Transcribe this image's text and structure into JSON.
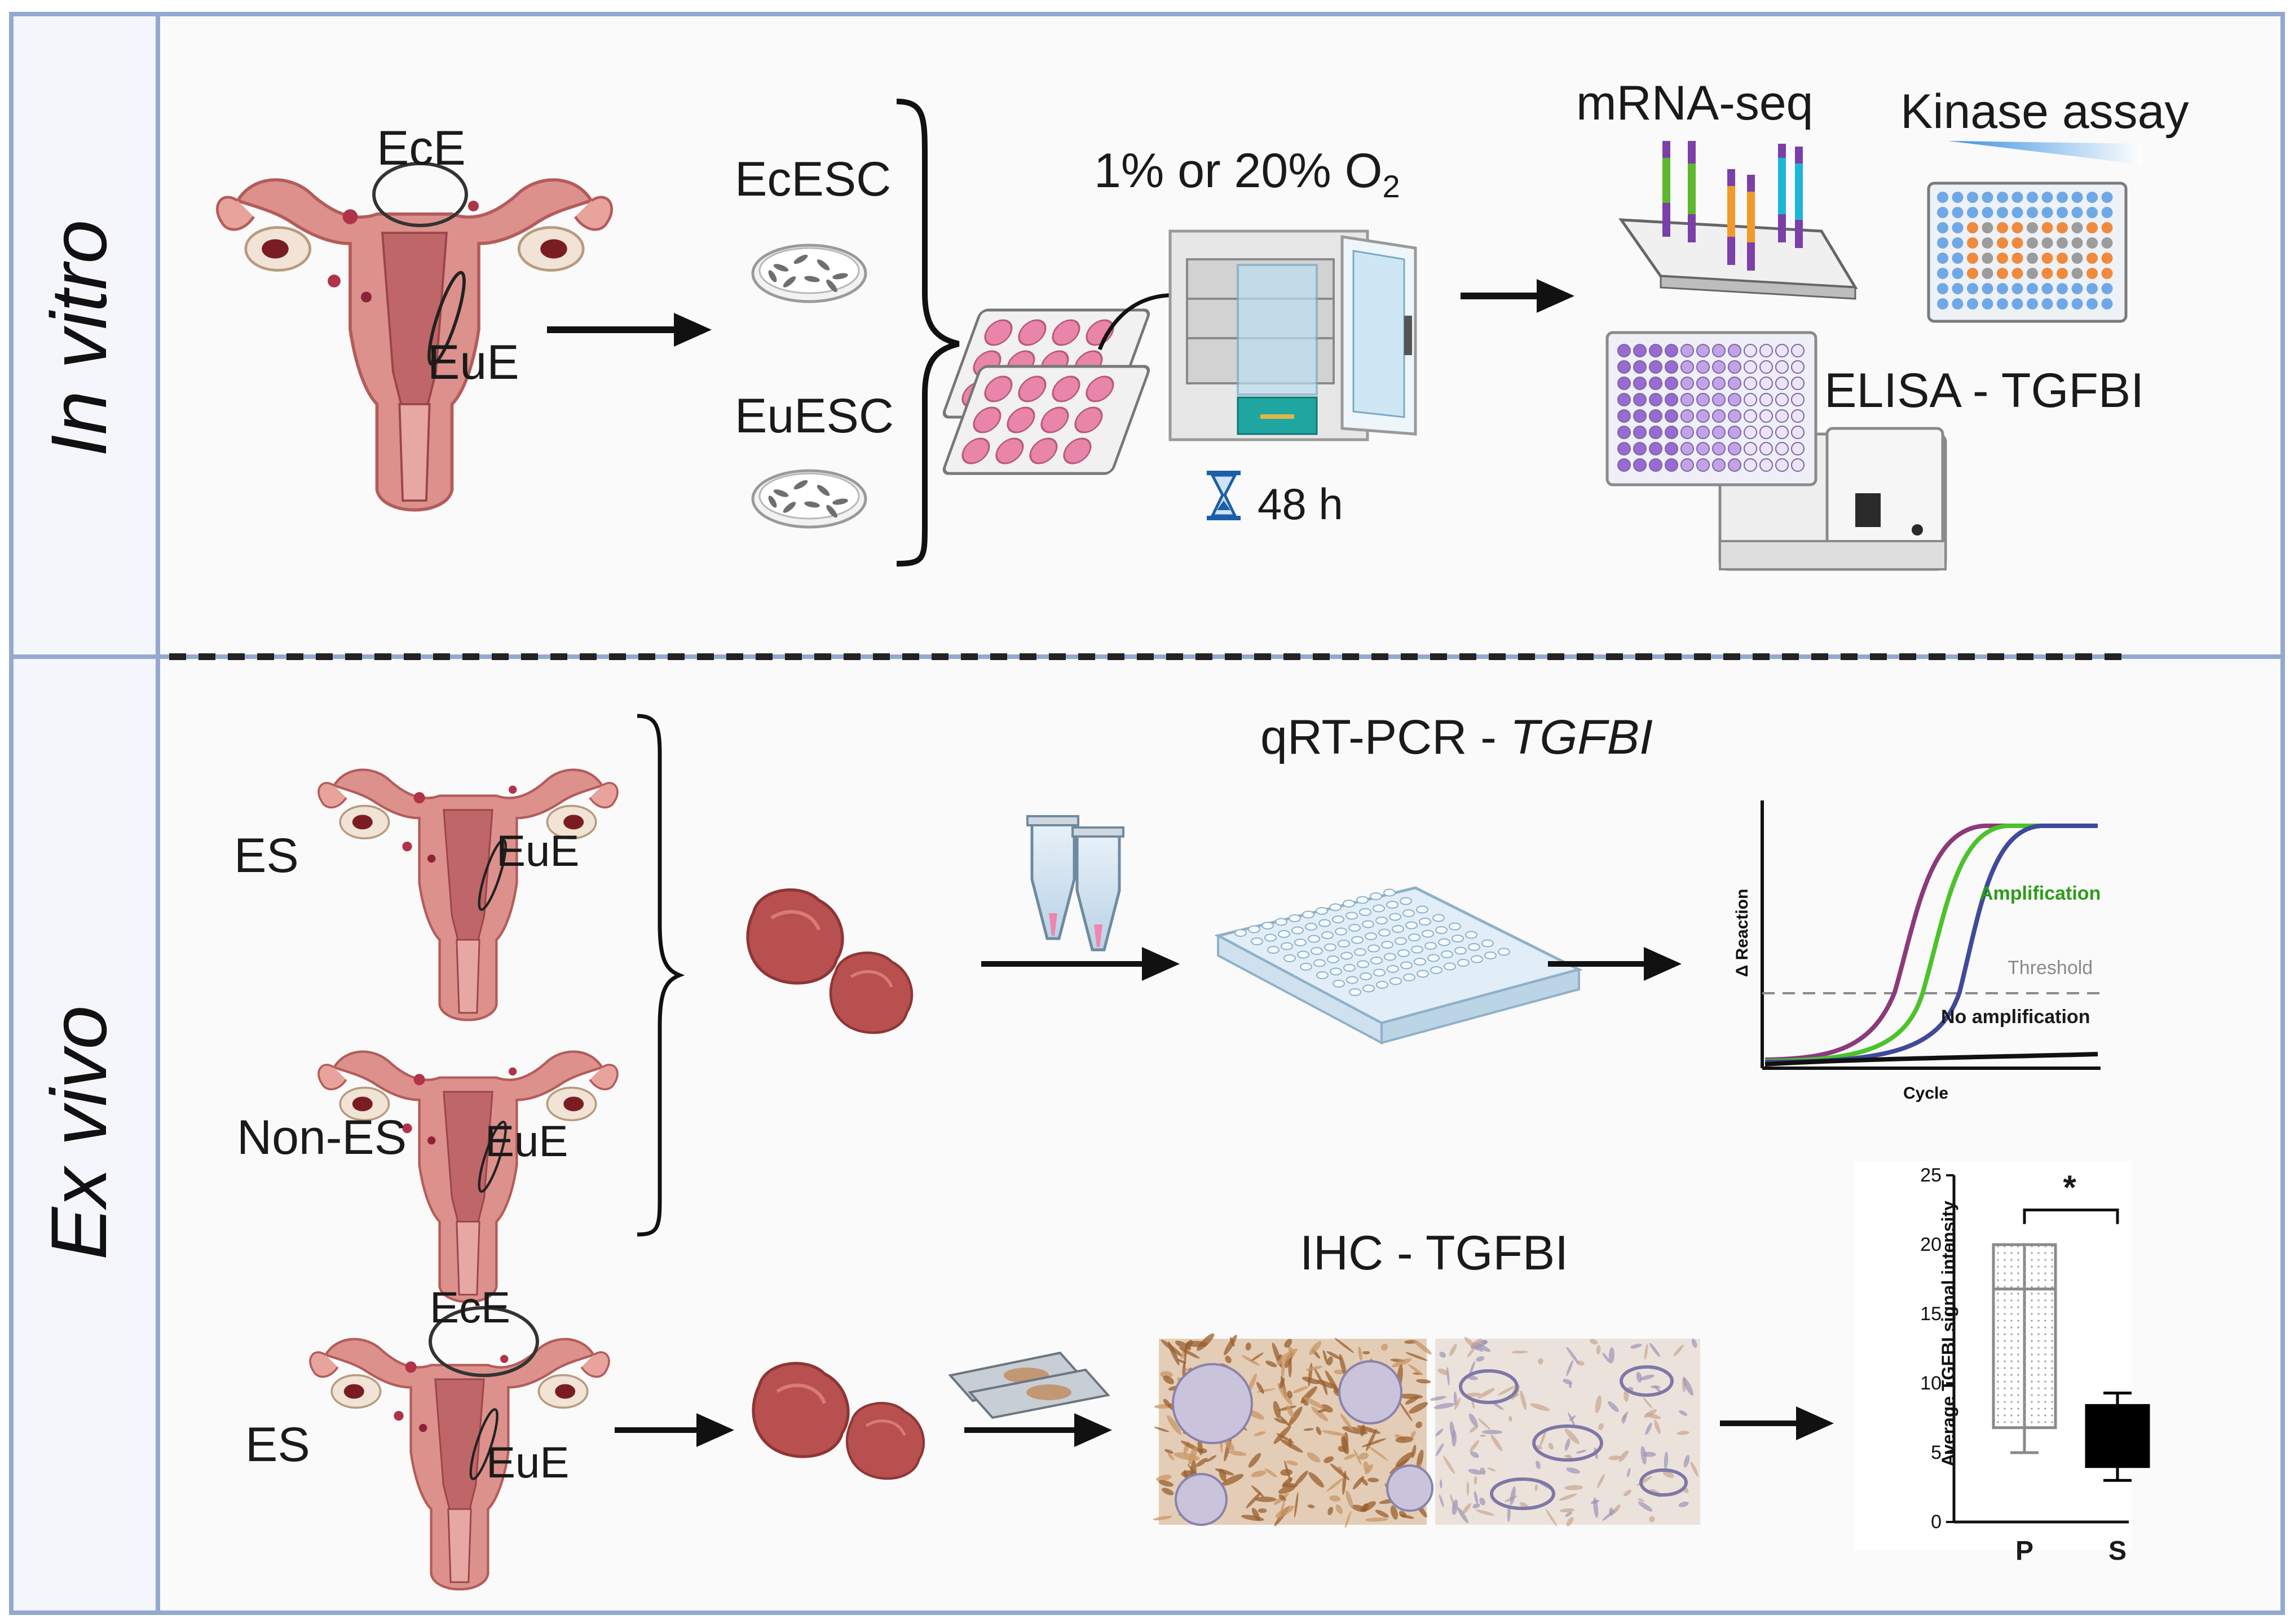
{
  "sections": {
    "in_vitro_label": "In vitro",
    "ex_vivo_label": "Ex vivo"
  },
  "in_vitro": {
    "ece": "EcE",
    "eue": "EuE",
    "ecesc": "EcESC",
    "euesc": "EuESC",
    "oxygen_prefix": "1% or 20% O",
    "oxygen_sub": "2",
    "duration": "48 h",
    "mrna_seq": "mRNA-seq",
    "kinase_assay": "Kinase assay",
    "elisa": "ELISA - TGFBI"
  },
  "ex_vivo": {
    "es": "ES",
    "eue": "EuE",
    "non_es": "Non-ES",
    "qrtpcr_prefix": "qRT-PCR - ",
    "qrtpcr_gene": "TGFBI",
    "ihc": "IHC - TGFBI",
    "ece": "EcE",
    "es2": "ES",
    "eue2": "EuE"
  },
  "amplification_plot": {
    "y_label": "Δ Reaction",
    "x_label": "Cycle",
    "amplification": "Amplification",
    "threshold": "Threshold",
    "no_amplification": "No amplification"
  },
  "colors": {
    "panel_border": "#93a9d2",
    "panel_fill": "#fafafa",
    "label_fill": "#f4f6fb",
    "uterus": "#d98a86",
    "tissue": "#b8504f",
    "curve_purple": "#8b3a7a",
    "curve_green": "#4cc22b",
    "curve_blue": "#3f4a9a",
    "amplification_text": "#2d9b1a",
    "threshold_text": "#8a8a8a"
  },
  "chart_data": {
    "type": "box",
    "ylabel": "Average TGFBI signal intensity",
    "ylim": [
      0,
      25
    ],
    "yticks": [
      "0",
      "5",
      "10",
      "15",
      "20",
      "25"
    ],
    "categories": [
      "P",
      "S"
    ],
    "boxes": [
      {
        "category": "P",
        "min": 5,
        "q1": 6.8,
        "median": 16.8,
        "q3": 20,
        "max": 20,
        "fill": "dotted"
      },
      {
        "category": "S",
        "min": 3,
        "q1": 4,
        "median": 4,
        "q3": 8.4,
        "max": 9.3,
        "fill": "black"
      }
    ],
    "significance": "*"
  }
}
